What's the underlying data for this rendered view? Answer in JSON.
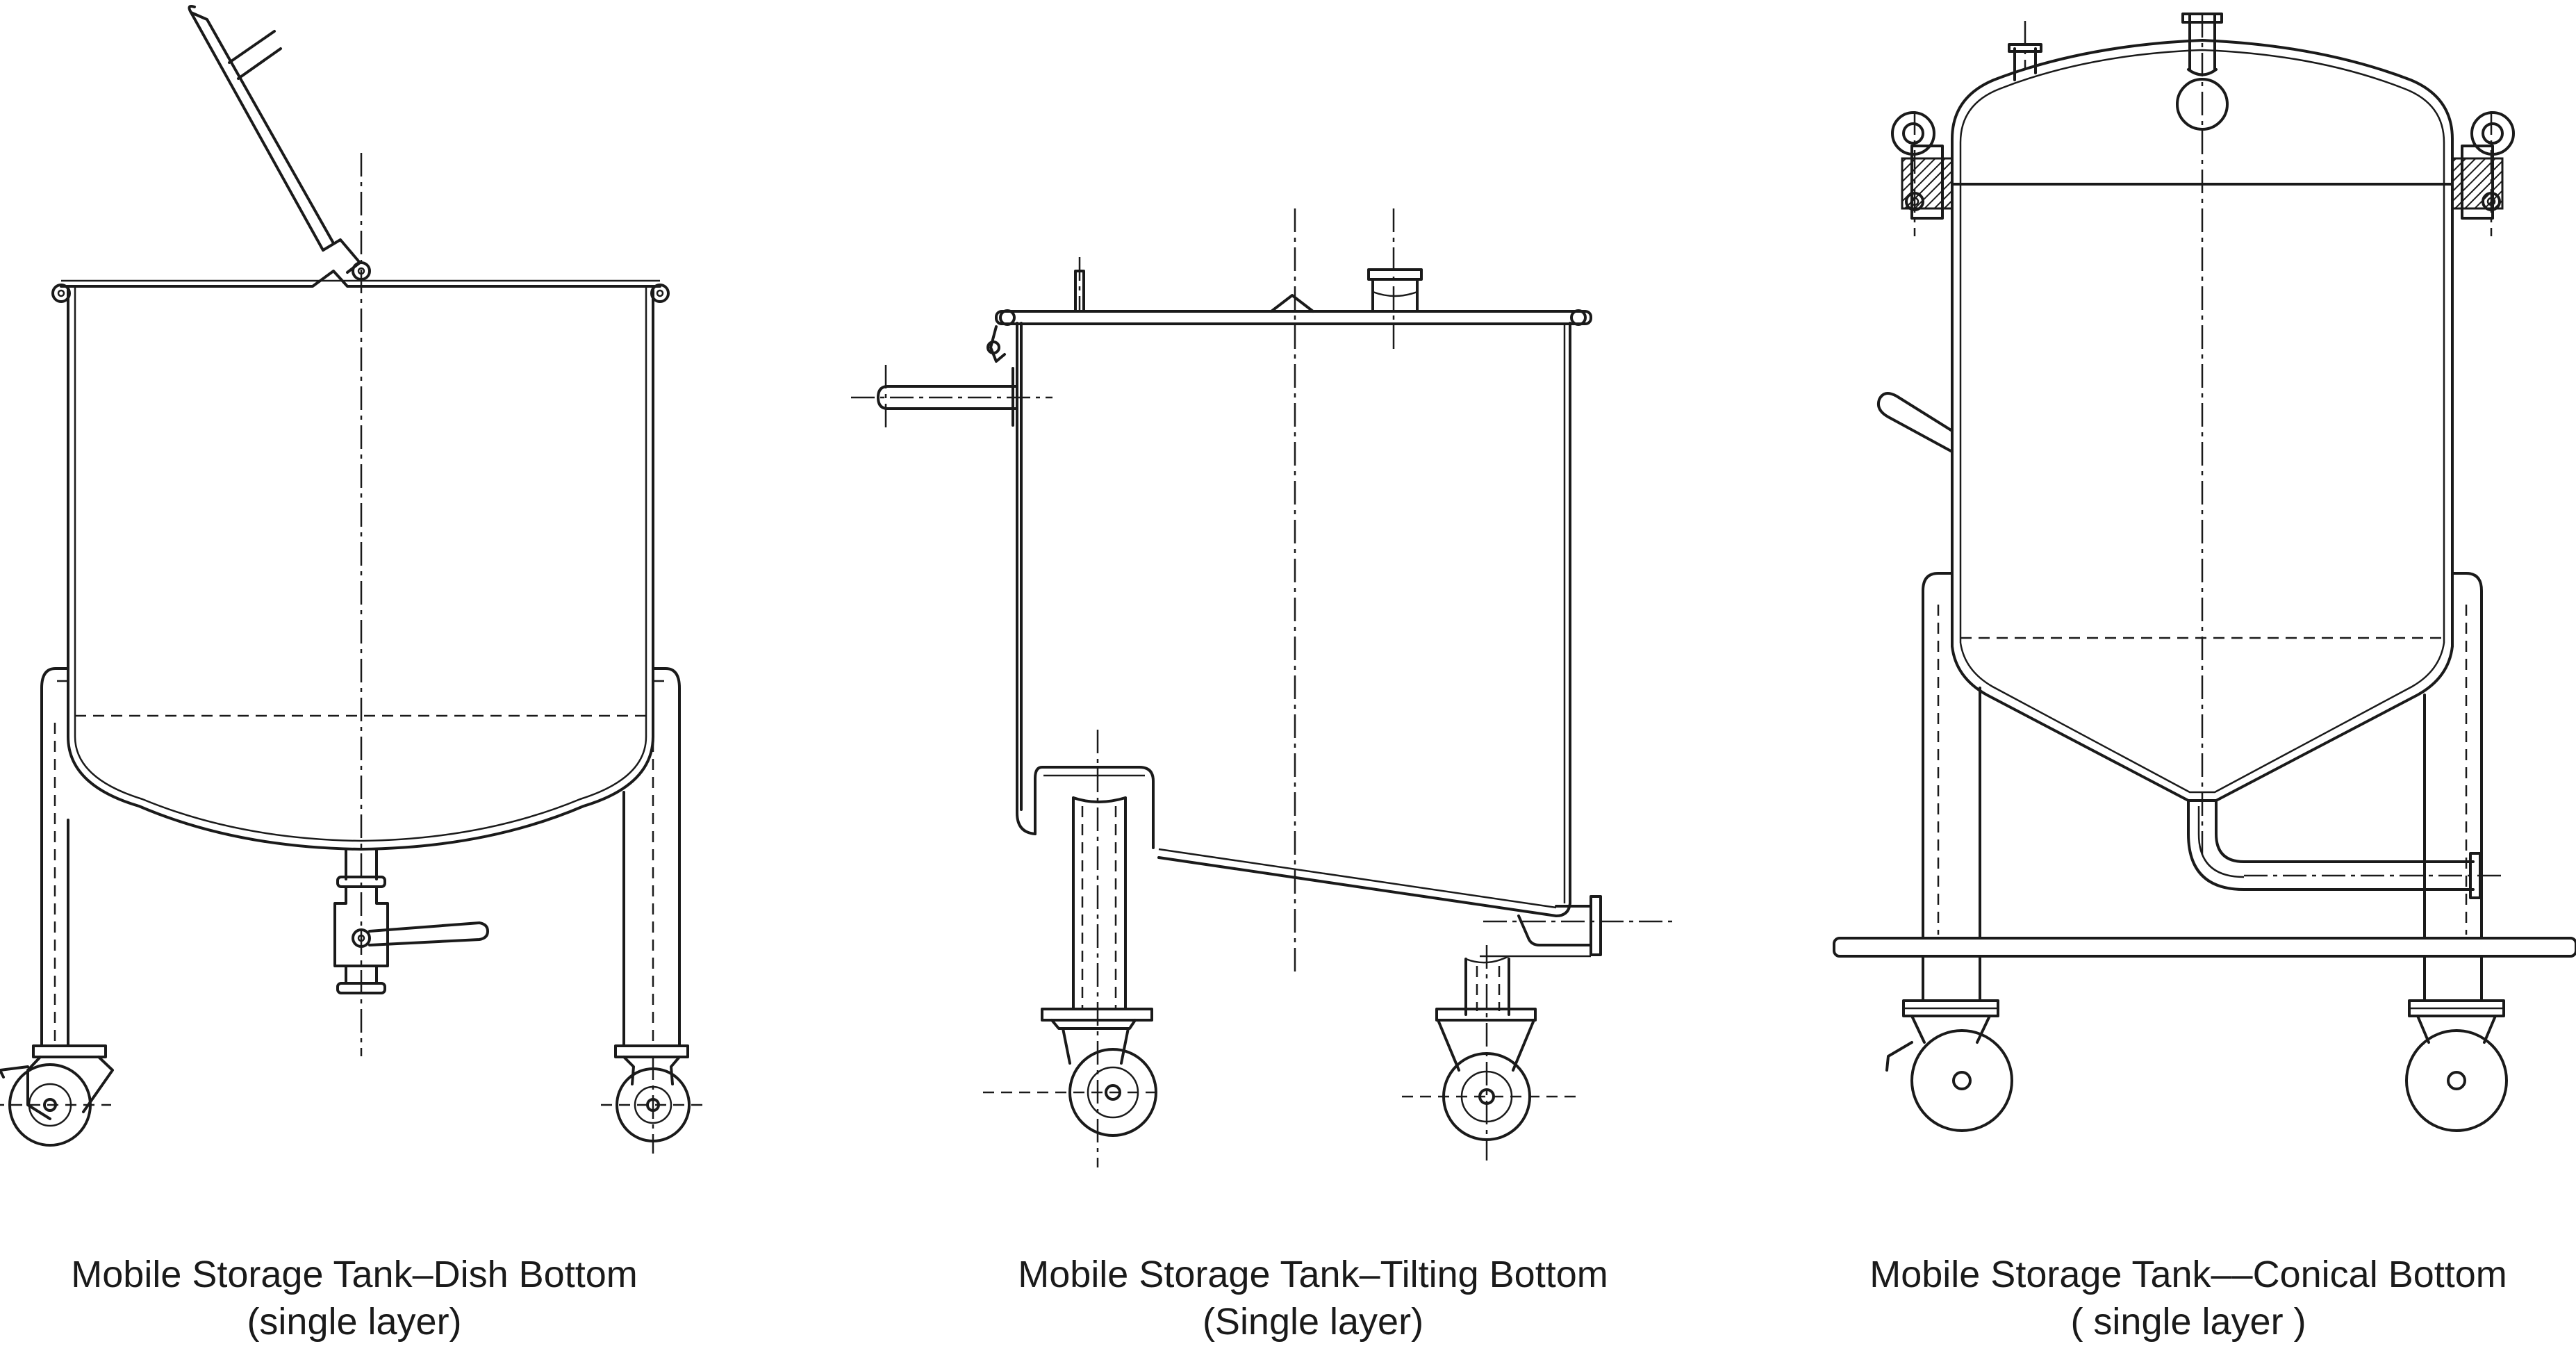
{
  "captions": {
    "dish": {
      "title": "Mobile Storage Tank–Dish Bottom",
      "subtitle": "(single layer)"
    },
    "tilting": {
      "title": "Mobile Storage Tank–Tilting Bottom",
      "subtitle": "(Single layer)"
    },
    "conical": {
      "title": "Mobile Storage Tank––Conical Bottom",
      "subtitle": "( single layer )"
    }
  },
  "colors": {
    "line": "#1a1a1a",
    "background": "#ffffff"
  }
}
